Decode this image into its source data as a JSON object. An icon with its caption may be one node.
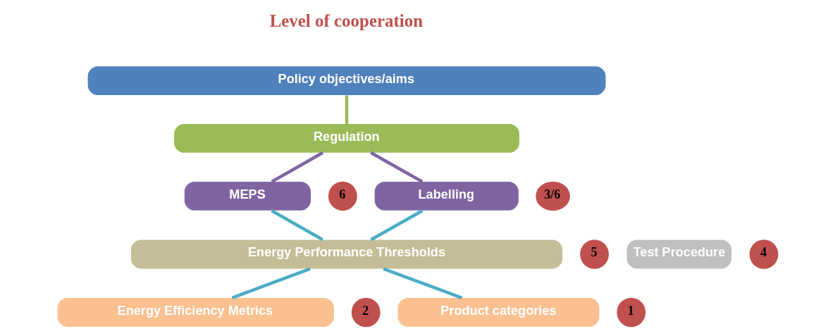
{
  "diagram": {
    "nodes": [
      {
        "text": [
          "Policy objectives/aims"
        ]
      },
      {
        "text": [
          "Regulation"
        ]
      },
      {
        "text": [
          "MEPS"
        ],
        "beside": [
          "6"
        ]
      },
      {
        "text": [
          "Labelling"
        ],
        "beside": [
          "3/6"
        ]
      },
      {
        "text": [
          "Energy Performance Thresholds"
        ],
        "beside": [
          "5"
        ]
      },
      {
        "text": [
          "Energy Efficiency Metrics"
        ],
        "beside": [
          "2"
        ]
      },
      {
        "text": [
          "Product categories"
        ],
        "beside": [
          "1"
        ]
      },
      {
        "text": [
          "Test Procedure"
        ],
        "beside": [
          "4"
        ]
      }
    ],
    "edges": [
      {
        "from": 0,
        "to": 1,
        "arrow": "none",
        "color": "#9bbb59"
      },
      {
        "from": 1,
        "to": 2,
        "arrow": "none",
        "color": "#8064a2"
      },
      {
        "from": 1,
        "to": 3,
        "arrow": "none",
        "color": "#8064a2"
      },
      {
        "from": 2,
        "to": 4,
        "arrow": "none"
      },
      {
        "from": 3,
        "to": 4,
        "arrow": "none"
      },
      {
        "from": 4,
        "to": 5,
        "arrow": "none"
      },
      {
        "from": 4,
        "to": 6,
        "arrow": "none"
      }
    ],
    "labels": [
      "Level of cooperation"
    ]
  }
}
